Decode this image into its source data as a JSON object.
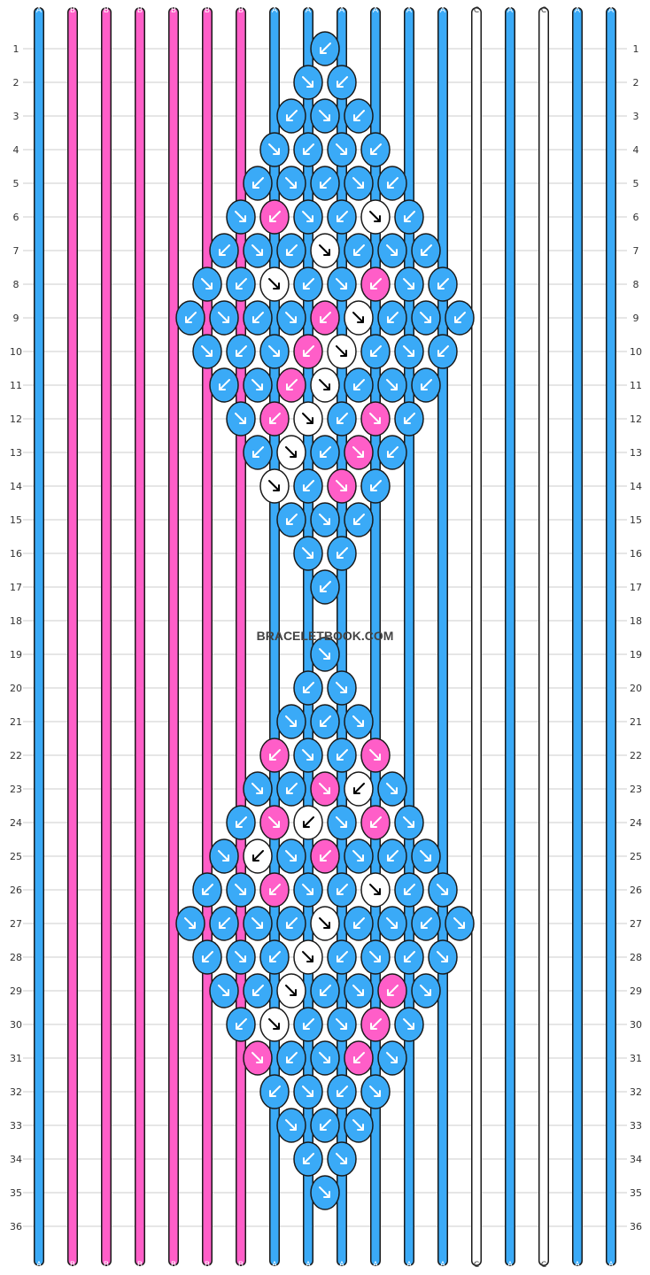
{
  "pattern": {
    "watermark": "BRACELETBOOK.COM",
    "strands_top": [
      "A",
      "B",
      "B",
      "B",
      "B",
      "B",
      "B",
      "A",
      "A",
      "A",
      "A",
      "A",
      "A",
      "C",
      "A",
      "C",
      "A",
      "A"
    ],
    "strands_bottom": [
      "A",
      "B",
      "B",
      "B",
      "B",
      "B",
      "B",
      "A",
      "A",
      "A",
      "A",
      "A",
      "A",
      "C",
      "A",
      "C",
      "A",
      "A"
    ],
    "colors": {
      "A": "#3aaaf7",
      "B": "#ff5ec8",
      "C": "#ffffff",
      "outline": "#1a1a1a",
      "grid": "#cccccc"
    },
    "rows": [
      "1",
      "2",
      "3",
      "4",
      "5",
      "6",
      "7",
      "8",
      "9",
      "10",
      "11",
      "12",
      "13",
      "14",
      "15",
      "16",
      "17",
      "18",
      "19",
      "20",
      "21",
      "22",
      "23",
      "24",
      "25",
      "26",
      "27",
      "28",
      "29",
      "30",
      "31",
      "32",
      "33",
      "34",
      "35",
      "36"
    ]
  }
}
